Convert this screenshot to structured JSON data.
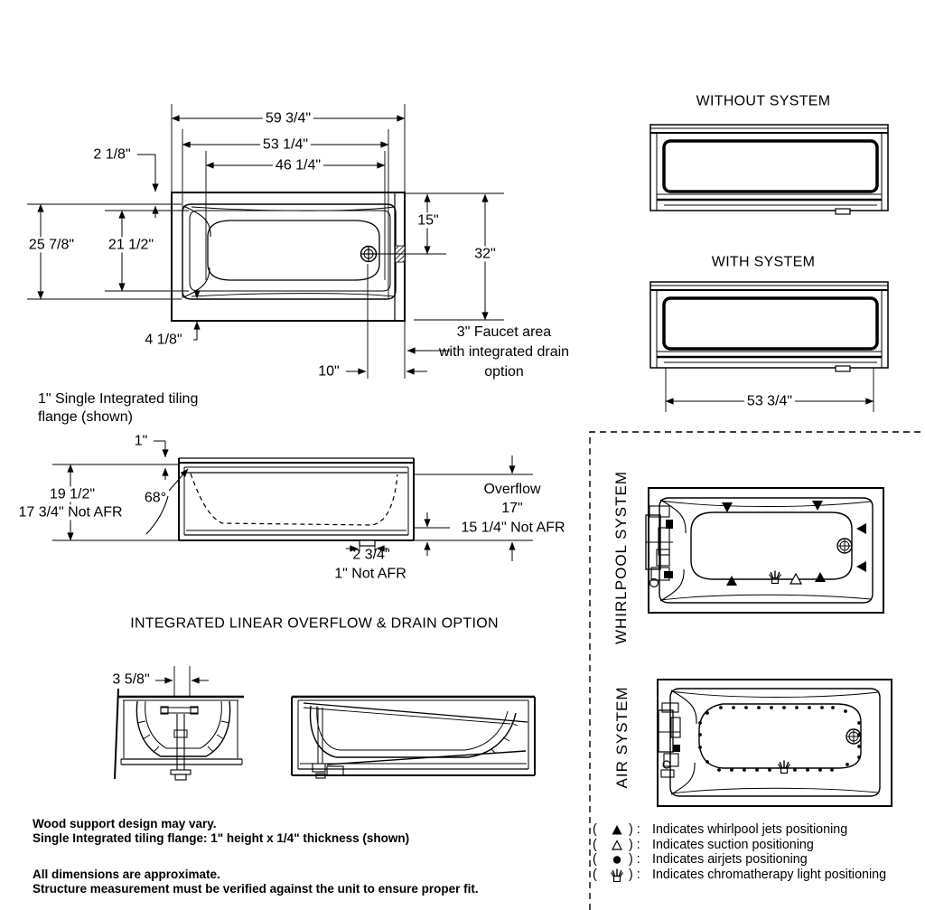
{
  "colors": {
    "ink": "#000000",
    "background": "#ffffff"
  },
  "titles": {
    "without_system": "WITHOUT SYSTEM",
    "with_system": "WITH SYSTEM",
    "integrated_option": "INTEGRATED LINEAR OVERFLOW & DRAIN OPTION",
    "whirlpool_system": "WHIRLPOOL SYSTEM",
    "air_system": "AIR SYSTEM"
  },
  "top_view": {
    "length_overall": "59 3/4\"",
    "length_rim": "53 1/4\"",
    "length_bowl": "46 1/4\"",
    "rim_offset": "2 1/8\"",
    "width_rim": "25 7/8\"",
    "width_bowl": "21 1/2\"",
    "drain_from_top": "15\"",
    "width_overall": "32\"",
    "bottom_offset": "4 1/8\"",
    "drain_from_end": "10\"",
    "faucet_note": "3\" Faucet area\nwith integrated drain\noption"
  },
  "side_view": {
    "flange_note": "1\" Single Integrated tiling\nflange (shown)",
    "flange_height": "1\"",
    "height": "19 1/2\"",
    "height_not_afr": "17 3/4\" Not AFR",
    "slope_angle": "68°",
    "overflow": "Overflow\n17\"",
    "overflow_not_afr": "15 1/4\" Not AFR",
    "drain_offset": "2 3/4\"",
    "drain_offset_not_afr": "1\" Not AFR"
  },
  "cross_sections": {
    "drain_width": "3 5/8\""
  },
  "front_views": {
    "apron_width": "53 3/4\""
  },
  "legend": {
    "open": "(",
    "close": ") :",
    "items": [
      {
        "icon": "whirlpool-jet",
        "label": "Indicates whirlpool jets positioning"
      },
      {
        "icon": "suction",
        "label": "Indicates suction positioning"
      },
      {
        "icon": "airjet",
        "label": "Indicates airjets positioning"
      },
      {
        "icon": "chromatherapy-light",
        "label": "Indicates chromatherapy light positioning"
      }
    ]
  },
  "notes": {
    "support": "Wood support design may vary.\nSingle Integrated tiling flange: 1\" height x 1/4\" thickness (shown)",
    "dimensions": "All dimensions are approximate.\nStructure measurement must be verified against the unit to ensure proper fit."
  }
}
